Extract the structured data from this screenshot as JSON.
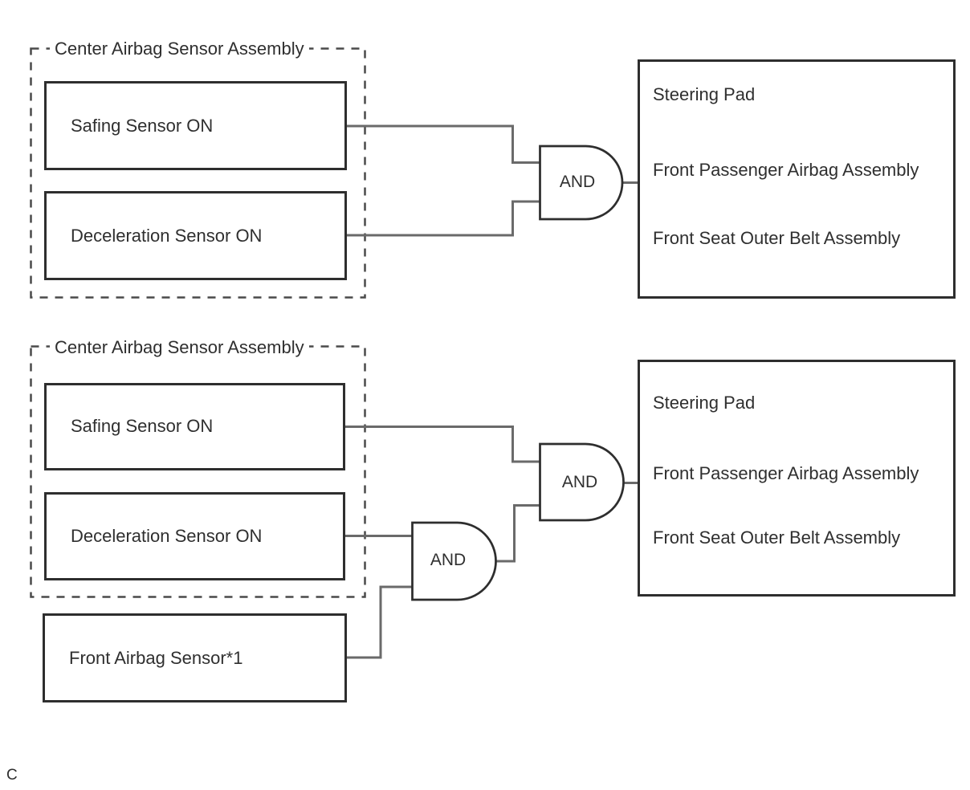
{
  "diagram": {
    "footer_label": "C",
    "colors": {
      "background": "#ffffff",
      "box_border": "#2e2e2e",
      "dashed_border": "#4a4a4a",
      "connector_line": "#6a6a6a",
      "text": "#2f2f2f"
    },
    "section1": {
      "container_title": "Center Airbag Sensor Assembly",
      "inputs": [
        "Safing Sensor ON",
        "Deceleration Sensor ON"
      ],
      "gate": "AND",
      "outputs": [
        "Steering Pad",
        "Front Passenger Airbag Assembly",
        "Front Seat Outer Belt Assembly"
      ]
    },
    "section2": {
      "container_title": "Center Airbag Sensor Assembly",
      "inputs": [
        "Safing Sensor ON",
        "Deceleration Sensor ON"
      ],
      "external_input": "Front Airbag Sensor*1",
      "gate1": "AND",
      "gate2": "AND",
      "outputs": [
        "Steering Pad",
        "Front Passenger Airbag Assembly",
        "Front Seat Outer Belt Assembly"
      ]
    }
  }
}
